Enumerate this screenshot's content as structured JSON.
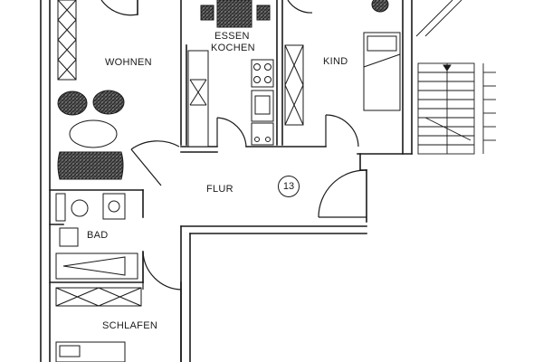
{
  "rooms": {
    "wohnen": "WOHNEN",
    "essen": "ESSEN",
    "kochen": "KOCHEN",
    "kind": "KIND",
    "flur": "FLUR",
    "bad": "BAD",
    "schlafen": "SCHLAFEN"
  },
  "unit_number": "13",
  "colors": {
    "ink": "#1a1a1a",
    "paper": "#ffffff"
  }
}
